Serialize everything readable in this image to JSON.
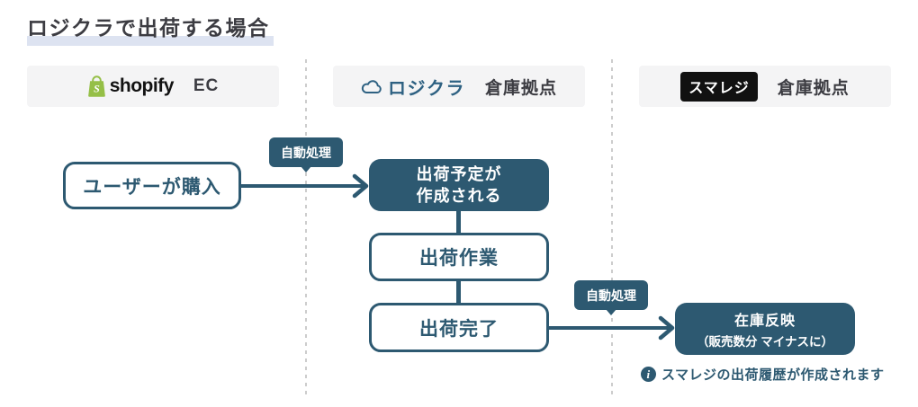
{
  "title": "ロジクラで出荷する場合",
  "colors": {
    "primary": "#2d5971",
    "headerBg": "#f4f4f5",
    "titleHighlight": "#dde3f1",
    "divider": "#cccccc",
    "shopifyGreen": "#95bf47",
    "logikuraBlue": "#2e6182",
    "smaregiBg": "#111111",
    "textDark": "#3c3c42"
  },
  "columns": [
    {
      "brand": "shopify",
      "suffix": "EC"
    },
    {
      "brand": "ロジクラ",
      "suffix": "倉庫拠点"
    },
    {
      "brand": "スマレジ",
      "suffix": "倉庫拠点"
    }
  ],
  "nodes": {
    "userPurchase": "ユーザーが購入",
    "shipmentPlanLine1": "出荷予定が",
    "shipmentPlanLine2": "作成される",
    "shippingWork": "出荷作業",
    "shippingComplete": "出荷完了",
    "stockLine1": "在庫反映",
    "stockLine2": "（販売数分 マイナスに）"
  },
  "labels": {
    "auto1": "自動処理",
    "auto2": "自動処理"
  },
  "note": {
    "text": "スマレジの出荷履歴が作成されます"
  },
  "icons": {
    "shopifyBag": "shopify-bag-icon",
    "logikuraCloud": "cloud-icon",
    "infoCircle": "info-icon",
    "infoGlyph": "i",
    "shopifyBagGlyph": "S"
  }
}
